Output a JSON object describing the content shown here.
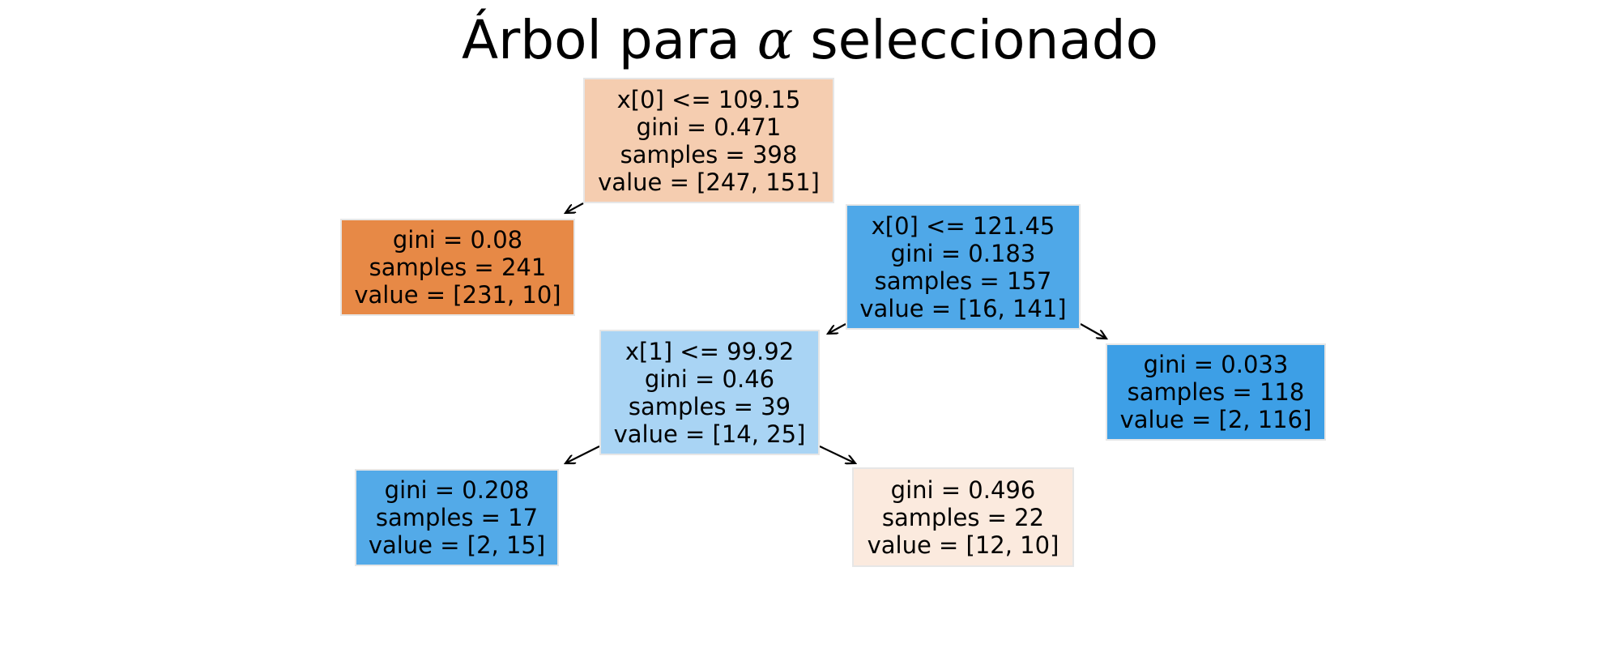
{
  "title": {
    "prefix": "Árbol para ",
    "symbol": "α",
    "suffix": " seleccionado"
  },
  "nodes": [
    {
      "id": "n0",
      "name": "root-node",
      "color": "#f5cdb0",
      "lines": [
        "x[0] <= 109.15",
        "gini = 0.471",
        "samples = 398",
        "value = [247, 151]"
      ]
    },
    {
      "id": "n1",
      "name": "leaf-node-left",
      "color": "#e78946",
      "lines": [
        "gini = 0.08",
        "samples = 241",
        "value = [231, 10]"
      ]
    },
    {
      "id": "n2",
      "name": "split-node-right",
      "color": "#4fa8e8",
      "lines": [
        "x[0] <= 121.45",
        "gini = 0.183",
        "samples = 157",
        "value = [16, 141]"
      ]
    },
    {
      "id": "n3",
      "name": "split-node-mid",
      "color": "#a9d4f4",
      "lines": [
        "x[1] <= 99.92",
        "gini = 0.46",
        "samples = 39",
        "value = [14, 25]"
      ]
    },
    {
      "id": "n4",
      "name": "leaf-node-far-right",
      "color": "#3d9fe6",
      "lines": [
        "gini = 0.033",
        "samples = 118",
        "value = [2, 116]"
      ]
    },
    {
      "id": "n5",
      "name": "leaf-node-bottom-left",
      "color": "#53aae8",
      "lines": [
        "gini = 0.208",
        "samples = 17",
        "value = [2, 15]"
      ]
    },
    {
      "id": "n6",
      "name": "leaf-node-bottom-right",
      "color": "#fbeade",
      "lines": [
        "gini = 0.496",
        "samples = 22",
        "value = [12, 10]"
      ]
    }
  ],
  "edges": [
    {
      "from": "n0",
      "to": "n1"
    },
    {
      "from": "n0",
      "to": "n2"
    },
    {
      "from": "n2",
      "to": "n3"
    },
    {
      "from": "n2",
      "to": "n4"
    },
    {
      "from": "n3",
      "to": "n5"
    },
    {
      "from": "n3",
      "to": "n6"
    }
  ]
}
